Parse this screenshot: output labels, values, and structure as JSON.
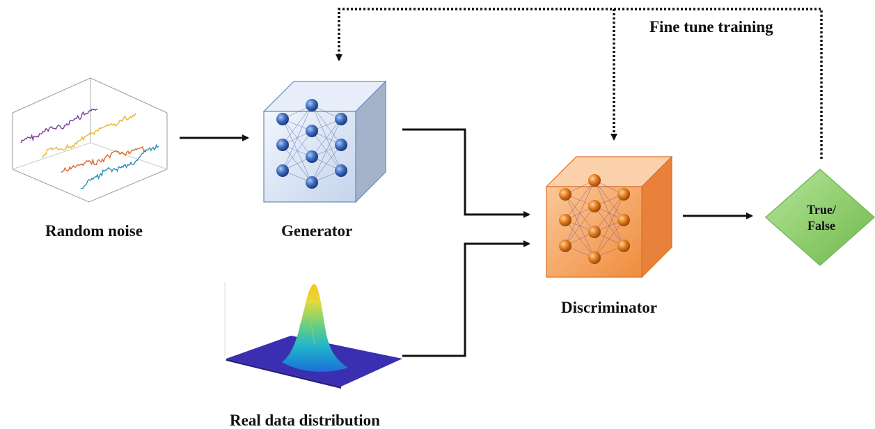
{
  "labels": {
    "random_noise": "Random noise",
    "generator": "Generator",
    "discriminator": "Discriminator",
    "real_data": "Real data distribution",
    "fine_tune": "Fine tune training"
  },
  "decision": {
    "line1": "True/",
    "line2": "False"
  },
  "colors": {
    "generator_face": "#dbe6f6",
    "generator_node": "#3d6cc0",
    "discriminator_face": "#f6a25f",
    "discriminator_node": "#e07a1c",
    "decision_fill": "#8fcf6a",
    "noise_series": [
      "#7b3fa0",
      "#e6b82e",
      "#d9692a",
      "#2d8fb5"
    ],
    "surface_base": "#3a2fb0"
  },
  "icons": {
    "generator": "neural-network-cube-icon",
    "discriminator": "neural-network-cube-icon",
    "decision": "diamond-icon"
  }
}
